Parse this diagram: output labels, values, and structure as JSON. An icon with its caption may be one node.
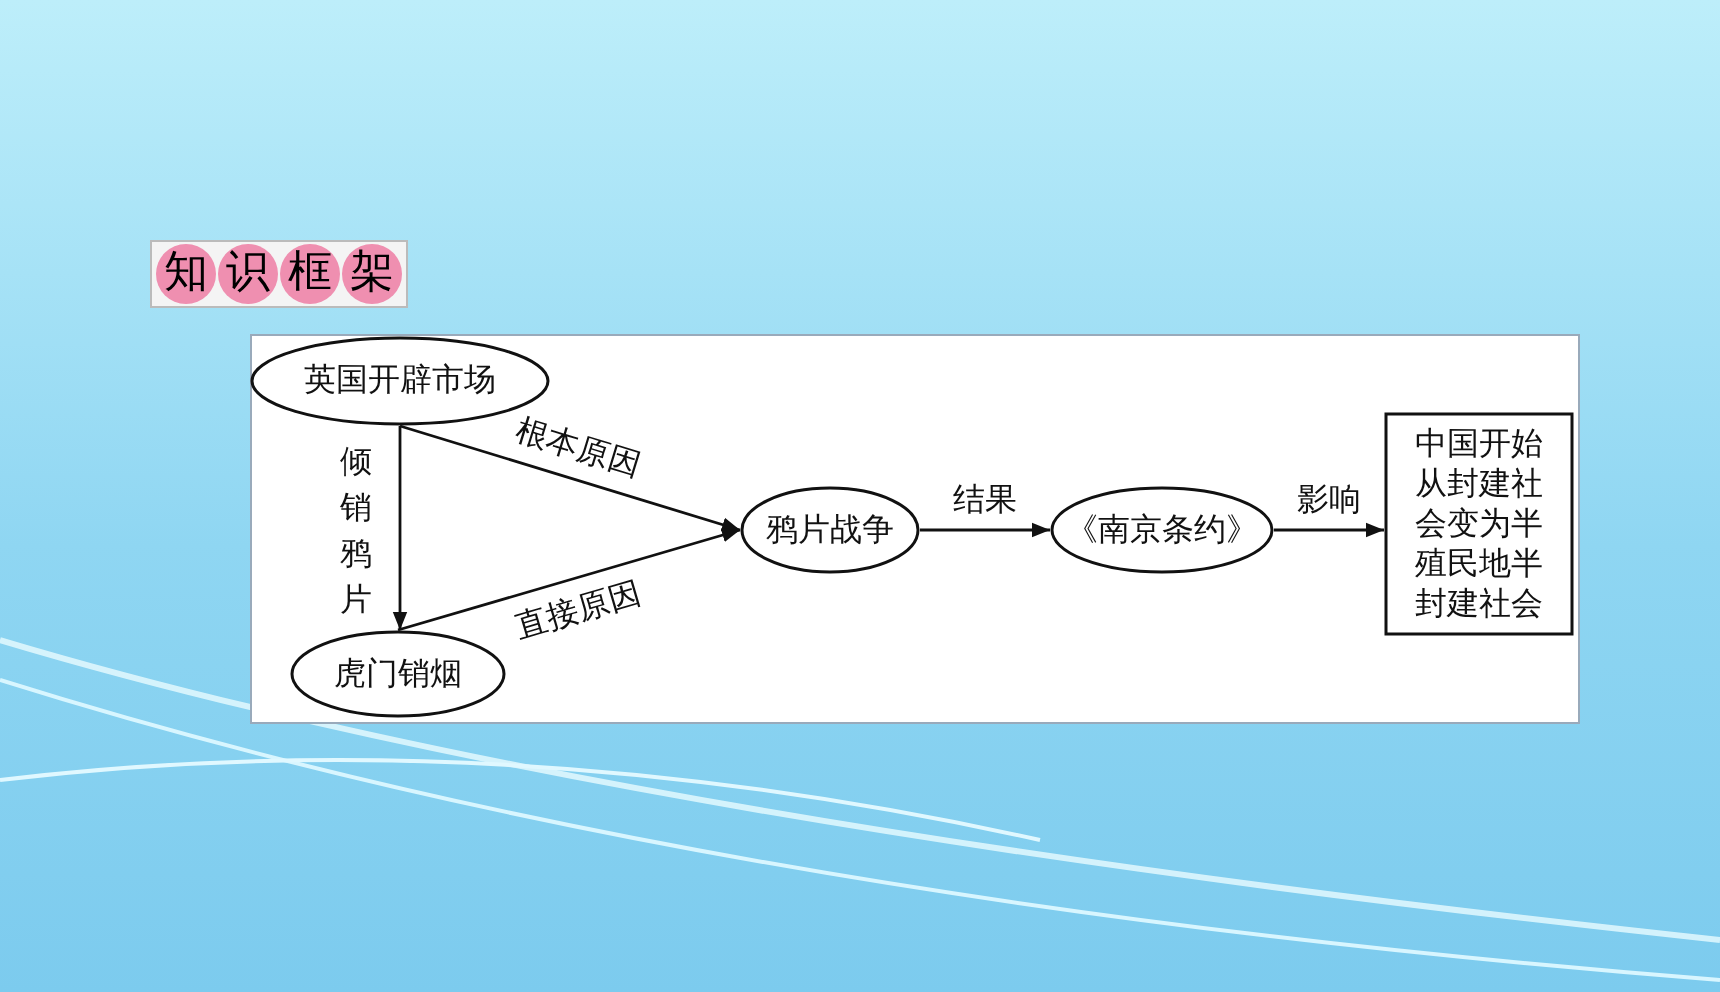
{
  "diagram": {
    "title": "知识框架",
    "nodes": [
      {
        "text": [
          "英国开辟市场"
        ]
      },
      {
        "text": [
          "虎门销烟"
        ]
      },
      {
        "text": [
          "鸦片战争"
        ]
      },
      {
        "text": [
          "《南京条约》"
        ]
      },
      {
        "text": [
          "中国开始从封建社会变为半殖民地半封建社会"
        ]
      }
    ],
    "edges": [
      {
        "from": 0,
        "to": 1,
        "arrow": "to",
        "label": "倾销鸦片"
      },
      {
        "from": 0,
        "to": 2,
        "arrow": "to",
        "label": "根本原因"
      },
      {
        "from": 1,
        "to": 2,
        "arrow": "to",
        "label": "直接原因"
      },
      {
        "from": 2,
        "to": 3,
        "arrow": "to",
        "label": "结果"
      },
      {
        "from": 3,
        "to": 4,
        "arrow": "to",
        "label": "影响"
      }
    ]
  }
}
